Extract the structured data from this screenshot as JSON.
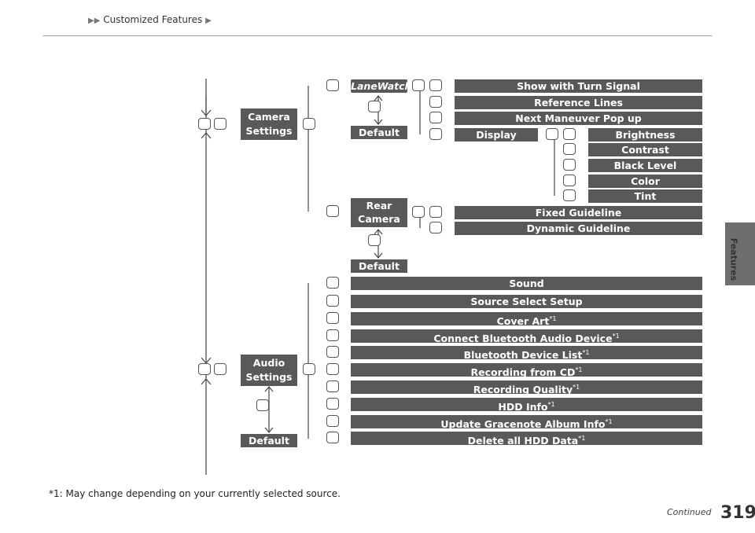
{
  "header": {
    "title": "Customized Features"
  },
  "side_tab": {
    "label": "Features"
  },
  "camera": {
    "label_line1": "Camera",
    "label_line2": "Settings",
    "lanewatch": "LaneWatch",
    "lanewatch_items": [
      "Show with Turn Signal",
      "Reference Lines",
      "Next Maneuver Pop up"
    ],
    "display": "Display",
    "display_items": [
      "Brightness",
      "Contrast",
      "Black Level",
      "Color",
      "Tint"
    ],
    "rear_line1": "Rear",
    "rear_line2": "Camera",
    "rear_items": [
      "Fixed Guideline",
      "Dynamic Guideline"
    ],
    "default1": "Default",
    "default2": "Default"
  },
  "audio": {
    "label_line1": "Audio",
    "label_line2": "Settings",
    "default": "Default",
    "items": [
      {
        "text": "Sound",
        "note": ""
      },
      {
        "text": "Source Select Setup",
        "note": ""
      },
      {
        "text": "Cover Art",
        "note": "*1"
      },
      {
        "text": "Connect Bluetooth Audio Device",
        "note": "*1"
      },
      {
        "text": "Bluetooth Device List",
        "note": "*1"
      },
      {
        "text": "Recording from CD",
        "note": "*1"
      },
      {
        "text": "Recording Quality",
        "note": "*1"
      },
      {
        "text": "HDD Info",
        "note": "*1"
      },
      {
        "text": "Update Gracenote Album Info",
        "note": "*1"
      },
      {
        "text": "Delete all HDD Data",
        "note": "*1"
      }
    ]
  },
  "footnote": "*1: May change depending on your currently selected source.",
  "page": {
    "continued": "Continued",
    "number": "319"
  }
}
